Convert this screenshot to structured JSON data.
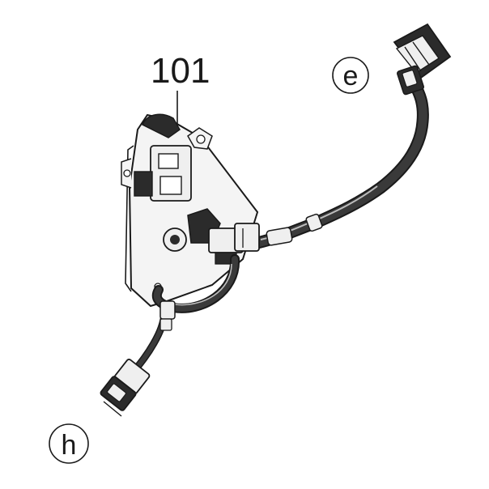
{
  "diagram": {
    "part_number": "101",
    "callouts": [
      {
        "id": "e",
        "label": "e"
      },
      {
        "id": "h",
        "label": "h"
      }
    ],
    "colors": {
      "line": "#1a1a1a",
      "plate_fill": "#f4f4f4",
      "cable_fill": "#2b2b2b",
      "cable_highlight": "#bdbdbd",
      "connector_fill": "#efefef"
    }
  }
}
